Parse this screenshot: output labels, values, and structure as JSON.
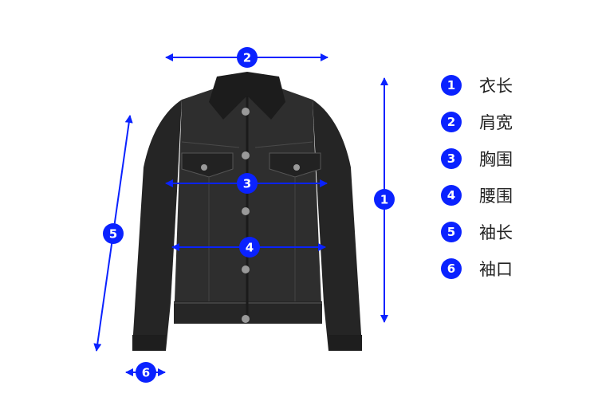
{
  "colors": {
    "accent": "#0a22ff",
    "garment": "#2b2b2b",
    "garment_dark": "#151515",
    "button": "#9a9a9a"
  },
  "image": {
    "subject": "denim-jacket",
    "view": "front"
  },
  "measurements": [
    {
      "num": "1",
      "label": "衣长"
    },
    {
      "num": "2",
      "label": "肩宽"
    },
    {
      "num": "3",
      "label": "胸围"
    },
    {
      "num": "4",
      "label": "腰围"
    },
    {
      "num": "5",
      "label": "袖长"
    },
    {
      "num": "6",
      "label": "袖口"
    }
  ]
}
